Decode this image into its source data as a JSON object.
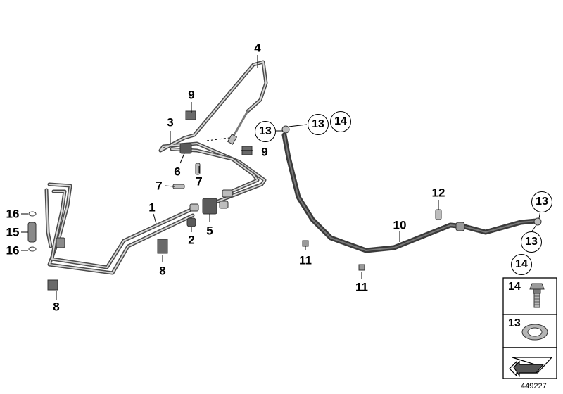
{
  "callouts": [
    {
      "id": "c4",
      "text": "4"
    },
    {
      "id": "c9a",
      "text": "9"
    },
    {
      "id": "c3",
      "text": "3"
    },
    {
      "id": "c9b",
      "text": "9"
    },
    {
      "id": "c6",
      "text": "6"
    },
    {
      "id": "c7a",
      "text": "7"
    },
    {
      "id": "c7b",
      "text": "7"
    },
    {
      "id": "c1",
      "text": "1"
    },
    {
      "id": "c5",
      "text": "5"
    },
    {
      "id": "c2",
      "text": "2"
    },
    {
      "id": "c8a",
      "text": "8"
    },
    {
      "id": "c8b",
      "text": "8"
    },
    {
      "id": "c16a",
      "text": "16"
    },
    {
      "id": "c15",
      "text": "15"
    },
    {
      "id": "c16b",
      "text": "16"
    },
    {
      "id": "c11a",
      "text": "11"
    },
    {
      "id": "c11b",
      "text": "11"
    },
    {
      "id": "c10",
      "text": "10"
    },
    {
      "id": "c12",
      "text": "12"
    }
  ],
  "circled_callouts": [
    {
      "id": "cc13a",
      "text": "13"
    },
    {
      "id": "cc13b",
      "text": "13"
    },
    {
      "id": "cc14a",
      "text": "14"
    },
    {
      "id": "cc13c",
      "text": "13"
    },
    {
      "id": "cc13d",
      "text": "13"
    },
    {
      "id": "cc14b",
      "text": "14"
    }
  ],
  "legend": [
    {
      "text": "14",
      "part": "banjo-bolt"
    },
    {
      "text": "13",
      "part": "sealing-ring"
    },
    {
      "text": "",
      "part": "arrow-symbol"
    }
  ],
  "catalog_number": "449227",
  "colors": {
    "line": "#000000",
    "tube_dark": "#4a4a4a",
    "tube_light": "#c8c8c8",
    "legend_border": "#000000"
  }
}
